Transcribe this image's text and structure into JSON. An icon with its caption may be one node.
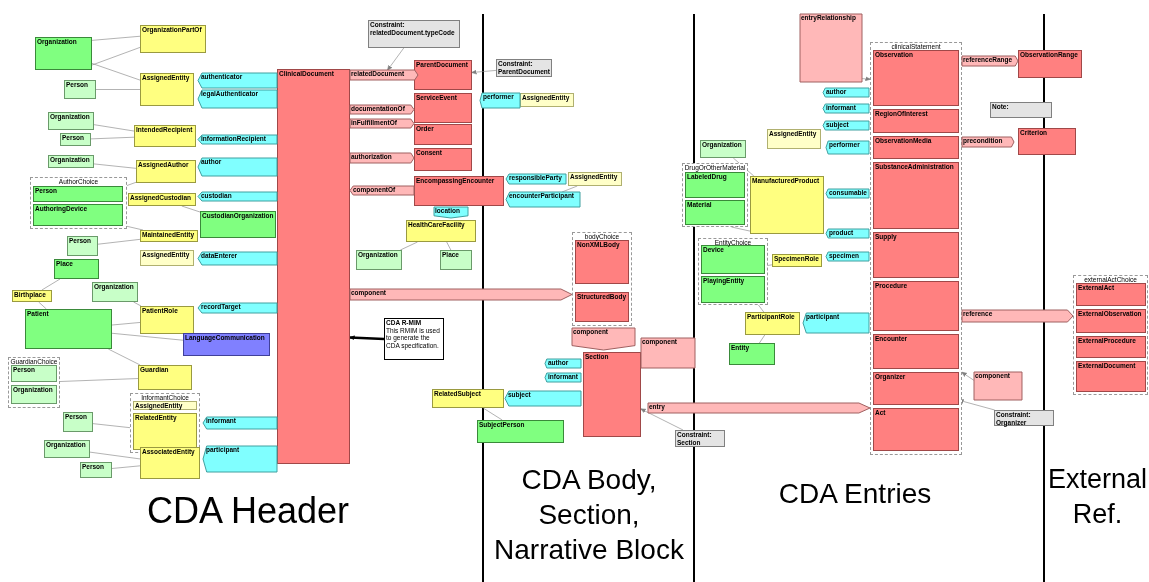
{
  "diagram": {
    "nodes": [
      {
        "text": [
          "Organization"
        ]
      },
      {
        "text": [
          "OrganizationPartOf"
        ]
      },
      {
        "text": [
          "AssignedEntity"
        ]
      },
      {
        "text": [
          "Person"
        ]
      },
      {
        "text": [
          "authenticator"
        ]
      },
      {
        "text": [
          "legalAuthenticator"
        ]
      },
      {
        "text": [
          "Organization"
        ]
      },
      {
        "text": [
          "Person"
        ]
      },
      {
        "text": [
          "IntendedRecipient"
        ]
      },
      {
        "text": [
          "informationRecipient"
        ]
      },
      {
        "text": [
          "Organization"
        ]
      },
      {
        "text": [
          "AuthorChoice"
        ]
      },
      {
        "text": [
          "Person"
        ],
        "in": 11
      },
      {
        "text": [
          "AuthoringDevice"
        ],
        "in": 11
      },
      {
        "text": [
          "AssignedAuthor"
        ]
      },
      {
        "text": [
          "author"
        ]
      },
      {
        "text": [
          "AssignedCustodian"
        ]
      },
      {
        "text": [
          "custodian"
        ]
      },
      {
        "text": [
          "CustodianOrganization"
        ]
      },
      {
        "text": [
          "MaintainedEntity"
        ]
      },
      {
        "text": [
          "Person"
        ]
      },
      {
        "text": [
          "AssignedEntity"
        ]
      },
      {
        "text": [
          "dataEnterer"
        ]
      },
      {
        "text": [
          "Place"
        ]
      },
      {
        "text": [
          "Organization"
        ]
      },
      {
        "text": [
          "Birthplace"
        ]
      },
      {
        "text": [
          "Patient"
        ]
      },
      {
        "text": [
          "PatientRole"
        ]
      },
      {
        "text": [
          "recordTarget"
        ]
      },
      {
        "text": [
          "LanguageCommunication"
        ]
      },
      {
        "text": [
          "GuardianChoice"
        ]
      },
      {
        "text": [
          "Person"
        ],
        "in": 30
      },
      {
        "text": [
          "Organization"
        ],
        "in": 30
      },
      {
        "text": [
          "Guardian"
        ]
      },
      {
        "text": [
          "InformantChoice"
        ]
      },
      {
        "text": [
          "AssignedEntity"
        ],
        "in": 34
      },
      {
        "text": [
          "RelatedEntity"
        ],
        "in": 34
      },
      {
        "text": [
          "informant"
        ]
      },
      {
        "text": [
          "Person"
        ]
      },
      {
        "text": [
          "Organization"
        ]
      },
      {
        "text": [
          "Person"
        ]
      },
      {
        "text": [
          "AssociatedEntity"
        ]
      },
      {
        "text": [
          "participant"
        ]
      },
      {
        "text": [
          "ClinicalDocument"
        ]
      },
      {
        "text": [
          "Constraint: relatedDocument.typeCode"
        ]
      },
      {
        "text": [
          "relatedDocument"
        ]
      },
      {
        "text": [
          "ParentDocument"
        ]
      },
      {
        "text": [
          "documentationOf"
        ]
      },
      {
        "text": [
          "ServiceEvent"
        ]
      },
      {
        "text": [
          "inFulfillmentOf"
        ]
      },
      {
        "text": [
          "Order"
        ]
      },
      {
        "text": [
          "authorization"
        ]
      },
      {
        "text": [
          "Consent"
        ]
      },
      {
        "text": [
          "componentOf"
        ]
      },
      {
        "text": [
          "EncompassingEncounter"
        ]
      },
      {
        "text": [
          "location"
        ]
      },
      {
        "text": [
          "HealthCareFacility"
        ]
      },
      {
        "text": [
          "Organization"
        ]
      },
      {
        "text": [
          "Place"
        ]
      },
      {
        "text": [
          "performer"
        ]
      },
      {
        "text": [
          "AssignedEntity"
        ]
      },
      {
        "text": [
          "responsibleParty"
        ]
      },
      {
        "text": [
          "AssignedEntity"
        ]
      },
      {
        "text": [
          "encounterParticipant"
        ]
      },
      {
        "text": [
          "Constraint: ParentDocument"
        ]
      },
      {
        "text": [
          "component"
        ]
      },
      {
        "text": [
          "bodyChoice"
        ]
      },
      {
        "text": [
          "NonXMLBody"
        ],
        "in": 66
      },
      {
        "text": [
          "StructuredBody"
        ],
        "in": 66
      },
      {
        "text": [
          "component"
        ]
      },
      {
        "text": [
          "component"
        ]
      },
      {
        "text": [
          "author"
        ]
      },
      {
        "text": [
          "informant"
        ]
      },
      {
        "text": [
          "Section"
        ]
      },
      {
        "text": [
          "RelatedSubject"
        ]
      },
      {
        "text": [
          "subject"
        ]
      },
      {
        "text": [
          "SubjectPerson"
        ]
      },
      {
        "text": [
          "CDA R-MIM",
          "This RMIM is used to generate the CDA specification."
        ]
      },
      {
        "text": [
          "Constraint: Section"
        ]
      },
      {
        "text": [
          "entry"
        ]
      },
      {
        "text": [
          "entryRelationship"
        ]
      },
      {
        "text": [
          "clinicalStatement"
        ]
      },
      {
        "text": [
          "Observation"
        ],
        "in": 81
      },
      {
        "text": [
          "RegionOfInterest"
        ],
        "in": 81
      },
      {
        "text": [
          "ObservationMedia"
        ],
        "in": 81
      },
      {
        "text": [
          "SubstanceAdministration"
        ],
        "in": 81
      },
      {
        "text": [
          "Supply"
        ],
        "in": 81
      },
      {
        "text": [
          "Procedure"
        ],
        "in": 81
      },
      {
        "text": [
          "Encounter"
        ],
        "in": 81
      },
      {
        "text": [
          "Organizer"
        ],
        "in": 81
      },
      {
        "text": [
          "Act"
        ],
        "in": 81
      },
      {
        "text": [
          "author"
        ]
      },
      {
        "text": [
          "informant"
        ]
      },
      {
        "text": [
          "subject"
        ]
      },
      {
        "text": [
          "AssignedEntity"
        ]
      },
      {
        "text": [
          "performer"
        ]
      },
      {
        "text": [
          "Organization"
        ]
      },
      {
        "text": [
          "ManufacturedProduct"
        ]
      },
      {
        "text": [
          "consumable"
        ]
      },
      {
        "text": [
          "product"
        ]
      },
      {
        "text": [
          "DrugOrOtherMaterial"
        ]
      },
      {
        "text": [
          "LabeledDrug"
        ],
        "in": 100
      },
      {
        "text": [
          "Material"
        ],
        "in": 100
      },
      {
        "text": [
          "EntityChoice"
        ]
      },
      {
        "text": [
          "Device"
        ],
        "in": 103
      },
      {
        "text": [
          "PlayingEntity"
        ],
        "in": 103
      },
      {
        "text": [
          "SpecimenRole"
        ]
      },
      {
        "text": [
          "specimen"
        ]
      },
      {
        "text": [
          "ParticipantRole"
        ]
      },
      {
        "text": [
          "participant"
        ]
      },
      {
        "text": [
          "Entity"
        ]
      },
      {
        "text": [
          "component"
        ]
      },
      {
        "text": [
          "Constraint: Organizer"
        ]
      },
      {
        "text": [
          "reference"
        ]
      },
      {
        "text": [
          "externalActChoice"
        ]
      },
      {
        "text": [
          "ExternalAct"
        ],
        "in": 114
      },
      {
        "text": [
          "ExternalObservation"
        ],
        "in": 114
      },
      {
        "text": [
          "ExternalProcedure"
        ],
        "in": 114
      },
      {
        "text": [
          "ExternalDocument"
        ],
        "in": 114
      },
      {
        "text": [
          "referenceRange"
        ]
      },
      {
        "text": [
          "ObservationRange"
        ]
      },
      {
        "text": [
          "Note:"
        ]
      },
      {
        "text": [
          "precondition"
        ]
      },
      {
        "text": [
          "Criterion"
        ]
      }
    ],
    "edges": [
      {
        "from": 1,
        "to": 0,
        "arrow": "none"
      },
      {
        "from": 0,
        "to": 1,
        "arrow": "none"
      },
      {
        "from": 0,
        "to": 2,
        "arrow": "none"
      },
      {
        "from": 3,
        "to": 2,
        "arrow": "none"
      },
      {
        "from": 6,
        "to": 8,
        "arrow": "none"
      },
      {
        "from": 7,
        "to": 8,
        "arrow": "none"
      },
      {
        "from": 10,
        "to": 14,
        "arrow": "none"
      },
      {
        "from": 11,
        "to": 14,
        "arrow": "none"
      },
      {
        "from": 16,
        "to": 18,
        "arrow": "none"
      },
      {
        "from": 13,
        "to": 19,
        "arrow": "none"
      },
      {
        "from": 20,
        "to": 19,
        "arrow": "none"
      },
      {
        "from": 23,
        "to": 25,
        "arrow": "none"
      },
      {
        "from": 25,
        "to": 26,
        "arrow": "none"
      },
      {
        "from": 24,
        "to": 27,
        "arrow": "none"
      },
      {
        "from": 26,
        "to": 27,
        "arrow": "none"
      },
      {
        "from": 26,
        "to": 29,
        "arrow": "none"
      },
      {
        "from": 26,
        "to": 33,
        "arrow": "none"
      },
      {
        "from": 30,
        "to": 33,
        "arrow": "none"
      },
      {
        "from": 38,
        "to": 36,
        "arrow": "none"
      },
      {
        "from": 39,
        "to": 41,
        "arrow": "none"
      },
      {
        "from": 40,
        "to": 41,
        "arrow": "none"
      },
      {
        "from": 44,
        "to": 45,
        "arrow": "to"
      },
      {
        "from": 64,
        "to": 46,
        "arrow": "to"
      },
      {
        "from": 56,
        "to": 57,
        "arrow": "none"
      },
      {
        "from": 56,
        "to": 58,
        "arrow": "none"
      },
      {
        "from": 77,
        "to": 43,
        "arrow": "to",
        "style": "thick",
        "color": "#000000"
      },
      {
        "from": 74,
        "to": 76,
        "arrow": "none"
      },
      {
        "from": 78,
        "to": 73,
        "arrow": "to"
      },
      {
        "from": 80,
        "to": 81,
        "arrow": "to"
      },
      {
        "from": 96,
        "to": 97,
        "arrow": "none"
      },
      {
        "from": 100,
        "to": 97,
        "arrow": "none"
      },
      {
        "from": 106,
        "to": 103,
        "arrow": "none"
      },
      {
        "from": 103,
        "to": 108,
        "arrow": "none"
      },
      {
        "from": 108,
        "to": 110,
        "arrow": "none"
      },
      {
        "from": 111,
        "to": 81,
        "arrow": "to"
      },
      {
        "from": 112,
        "to": 89,
        "arrow": "to"
      },
      {
        "from": 63,
        "to": 62,
        "arrow": "none"
      }
    ],
    "labels": [
      "CDA Header",
      "CDA Body, Section, Narrative Block",
      "CDA Entries",
      "External Ref."
    ]
  }
}
